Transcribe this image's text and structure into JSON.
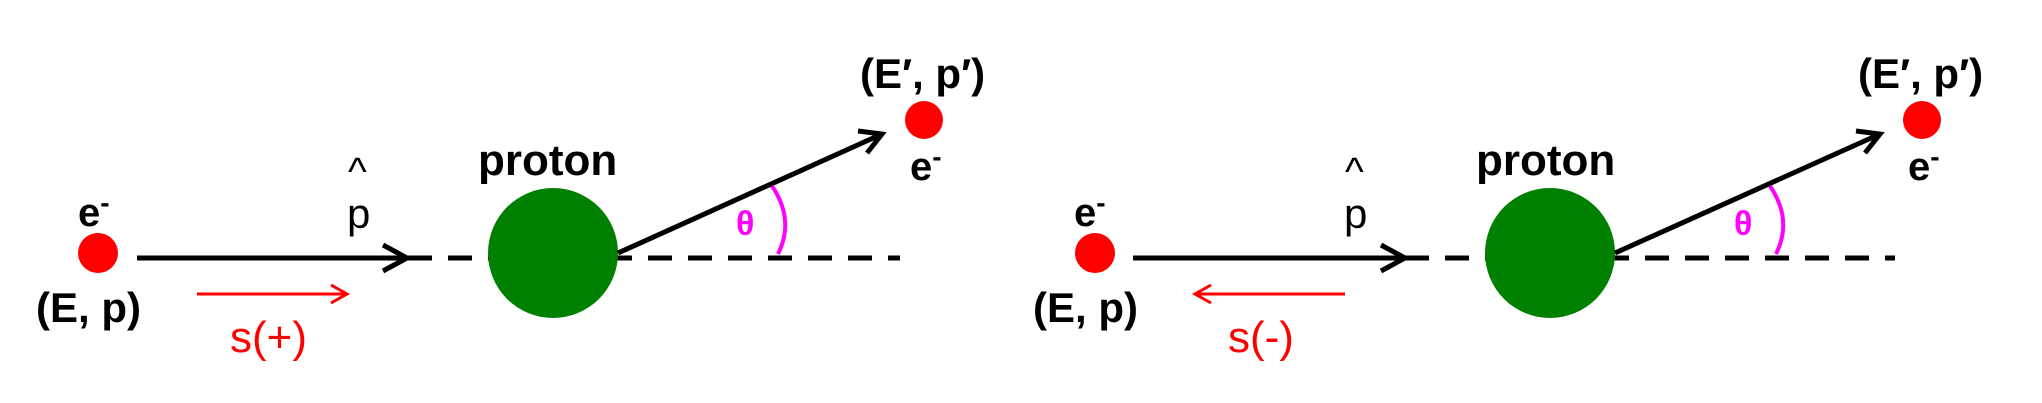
{
  "colors": {
    "electron": "#ff0000",
    "proton": "#008000",
    "spin": "#ff0000",
    "angle": "#ff00ff",
    "line": "#000000"
  },
  "panels": [
    {
      "electron_label": "e",
      "electron_charge": "-",
      "incoming_kinematics": "(E, p)",
      "momentum_direction_label": "p",
      "momentum_hat": "^",
      "target_label": "proton",
      "angle_label": "θ",
      "scattered_kinematics": "(E′, p′)",
      "scattered_electron_label": "e",
      "scattered_electron_charge": "-",
      "spin_label": "s(+)",
      "spin_direction": "forward"
    },
    {
      "electron_label": "e",
      "electron_charge": "-",
      "incoming_kinematics": "(E, p)",
      "momentum_direction_label": "p",
      "momentum_hat": "^",
      "target_label": "proton",
      "angle_label": "θ",
      "scattered_kinematics": "(E′, p′)",
      "scattered_electron_label": "e",
      "scattered_electron_charge": "-",
      "spin_label": "s(-)",
      "spin_direction": "backward"
    }
  ]
}
